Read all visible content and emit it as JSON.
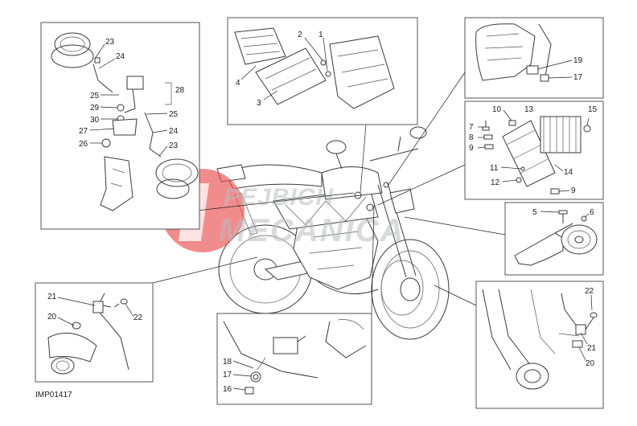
{
  "diagram": {
    "reference_code": "IMP01417",
    "watermark": {
      "line1": "PEJBICH",
      "line2": "MECANICA"
    },
    "panels": {
      "left_top": {
        "callouts": [
          "23",
          "24",
          "25",
          "28",
          "29",
          "30",
          "27",
          "26",
          "25",
          "24",
          "23"
        ]
      },
      "top_middle": {
        "callouts": [
          "2",
          "1",
          "4",
          "3"
        ]
      },
      "top_right": {
        "callouts": [
          "19",
          "17"
        ]
      },
      "right_middle": {
        "callouts": [
          "10",
          "13",
          "15",
          "7",
          "8",
          "9",
          "11",
          "14",
          "12",
          "9"
        ]
      },
      "right_horn": {
        "callouts": [
          "5",
          "6"
        ]
      },
      "bottom_right": {
        "callouts": [
          "22",
          "21",
          "20"
        ]
      },
      "bottom_left": {
        "callouts": [
          "21",
          "20",
          "22"
        ]
      },
      "bottom_middle": {
        "callouts": [
          "18",
          "17",
          "16"
        ]
      }
    }
  }
}
